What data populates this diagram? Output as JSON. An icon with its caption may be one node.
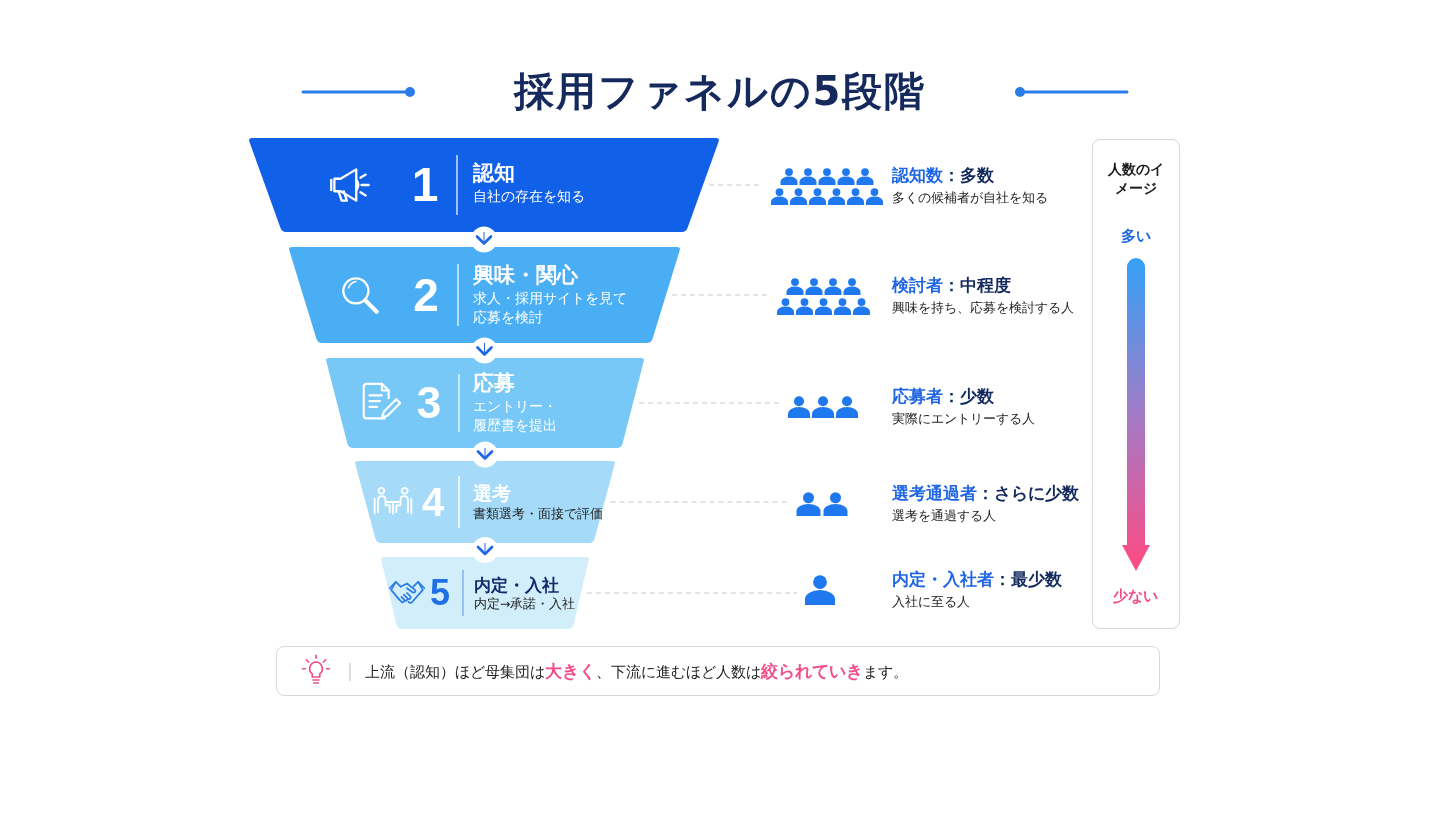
{
  "diagram": {
    "title": "採用ファネルの5段階",
    "nodes": [
      {
        "text": [
          "1",
          "認知",
          "自社の存在を知る"
        ]
      },
      {
        "text": [
          "2",
          "興味・関心",
          "求人・採用サイトを見て応募を検討"
        ]
      },
      {
        "text": [
          "3",
          "応募",
          "エントリー・履歴書を提出"
        ]
      },
      {
        "text": [
          "4",
          "選考",
          "書類選考・面接で評価"
        ]
      },
      {
        "text": [
          "5",
          "内定・入社",
          "内定→承諾・入社"
        ]
      },
      {
        "text": [],
        "shape": "person",
        "beside": [
          "認知数",
          "：多数",
          "多くの候補者が自社を知る"
        ]
      },
      {
        "text": [],
        "shape": "person",
        "beside": [
          "検討者",
          "：中程度",
          "興味を持ち、応募を検討する人"
        ]
      },
      {
        "text": [],
        "shape": "person",
        "beside": [
          "応募者",
          "：少数",
          "実際にエントリーする人"
        ]
      },
      {
        "text": [],
        "shape": "person",
        "beside": [
          "選考通過者",
          "：さらに少数",
          "選考を通過する人"
        ]
      },
      {
        "text": [],
        "shape": "person",
        "beside": [
          "内定・入社者",
          "：最少数",
          "入社に至る人"
        ]
      },
      {
        "text": [
          "人数のイメージ",
          "多い",
          "少ない"
        ]
      },
      {
        "text": [
          "上流（認知）ほど母集団は**大きく**、下流に進むほど人数は**絞られていき**ます。"
        ]
      }
    ],
    "edges": [
      {
        "from": 0,
        "to": 1,
        "arrow": "to",
        "color": "#1f66e5"
      },
      {
        "from": 1,
        "to": 2,
        "arrow": "to",
        "color": "#1f66e5"
      },
      {
        "from": 2,
        "to": 3,
        "arrow": "to",
        "color": "#1f66e5"
      },
      {
        "from": 3,
        "to": 4,
        "arrow": "to",
        "color": "#1f66e5"
      },
      {
        "from": 0,
        "to": 5,
        "arrow": "none",
        "style": "dashed"
      },
      {
        "from": 1,
        "to": 6,
        "arrow": "none",
        "style": "dashed"
      },
      {
        "from": 2,
        "to": 7,
        "arrow": "none",
        "style": "dashed"
      },
      {
        "from": 3,
        "to": 8,
        "arrow": "none",
        "style": "dashed"
      },
      {
        "from": 4,
        "to": 9,
        "arrow": "none",
        "style": "dashed"
      }
    ]
  }
}
